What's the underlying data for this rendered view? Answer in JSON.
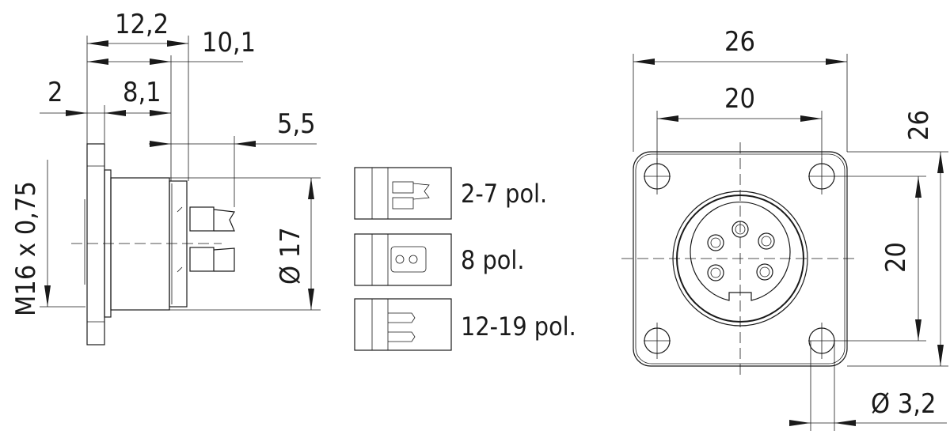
{
  "side_view": {
    "dim_total_length": "12,2",
    "dim_pin_length": "10,1",
    "dim_flange": "2",
    "dim_body": "8,1",
    "dim_pin": "5,5",
    "dim_diameter": "Ø 17",
    "thread": "M16 x 0,75"
  },
  "variants": [
    {
      "label": "2-7 pol."
    },
    {
      "label": "8 pol."
    },
    {
      "label": "12-19 pol."
    }
  ],
  "front_view": {
    "dim_width": "26",
    "dim_hole_spacing_h": "20",
    "dim_height": "26",
    "dim_hole_spacing_v": "20",
    "dim_hole": "Ø 3,2"
  }
}
